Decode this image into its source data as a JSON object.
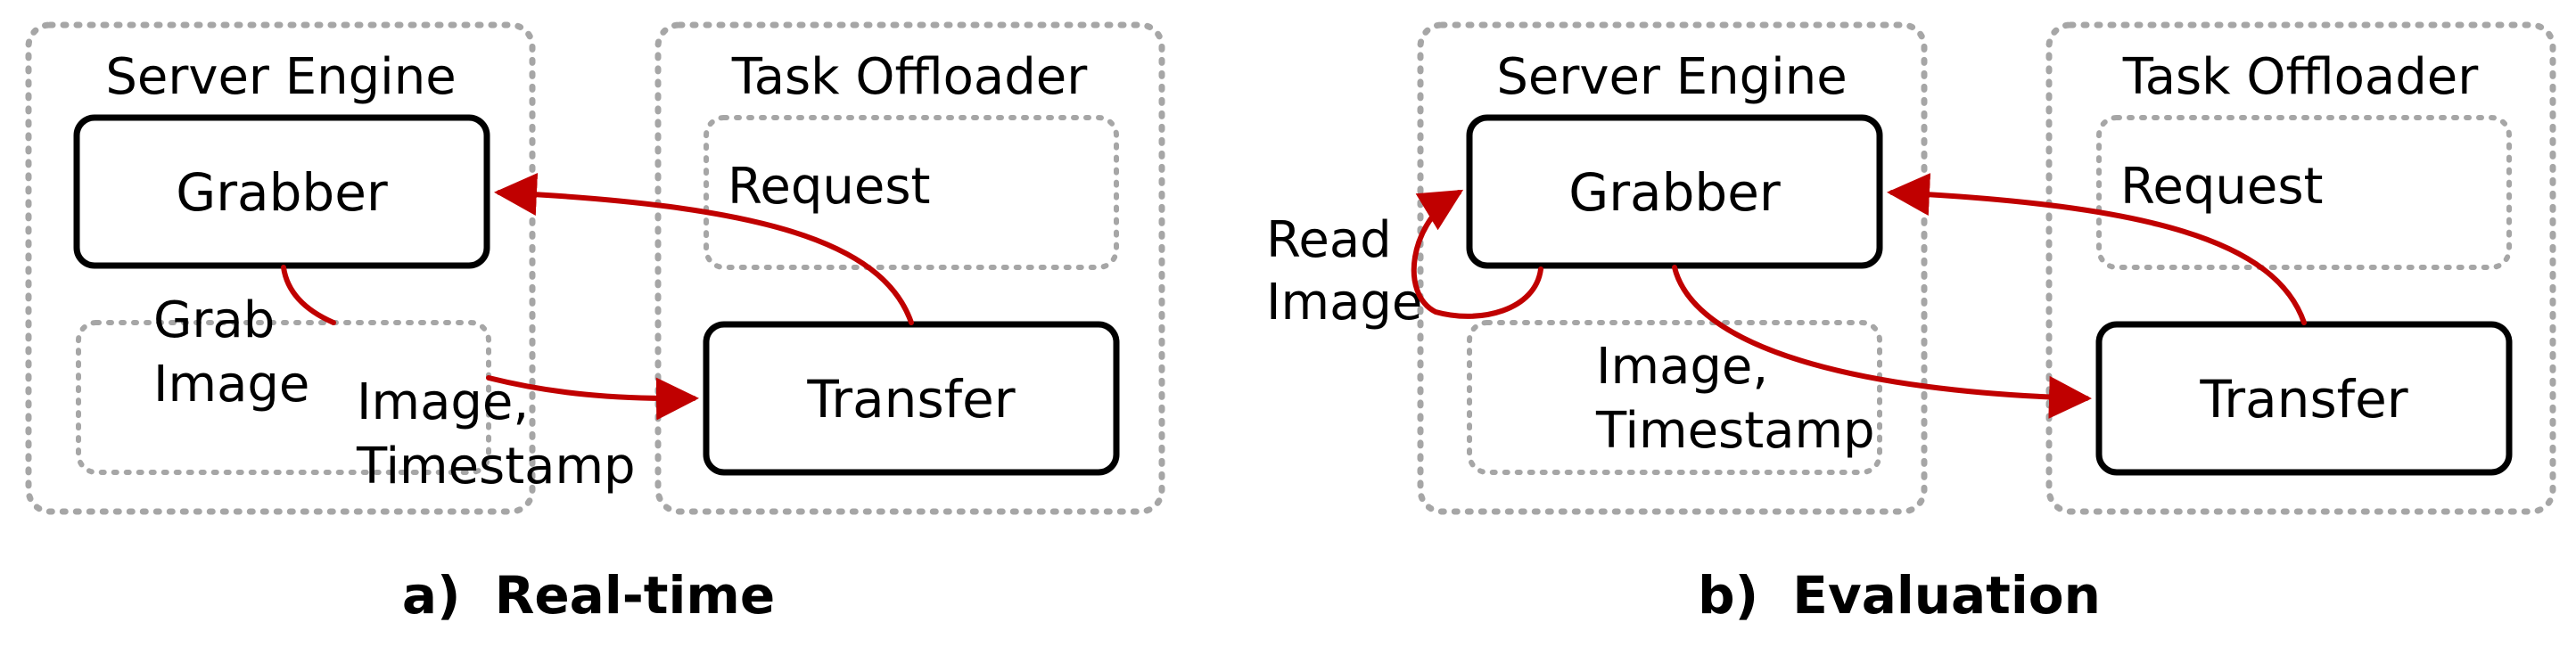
{
  "colors": {
    "arrow": "#c00000",
    "group_border": "#a6a6a6",
    "box_border": "#000000"
  },
  "panel_a": {
    "server_engine_title": "Server Engine",
    "task_offloader_title": "Task Offloader",
    "grabber_label": "Grabber",
    "request_label": "Request",
    "transfer_label": "Transfer",
    "grab_image_line1": "Grab",
    "grab_image_line2": "Image",
    "image_timestamp_line1": "Image,",
    "image_timestamp_line2": "Timestamp",
    "caption_prefix": "a)",
    "caption_title": "Real-time"
  },
  "panel_b": {
    "server_engine_title": "Server Engine",
    "task_offloader_title": "Task Offloader",
    "grabber_label": "Grabber",
    "request_label": "Request",
    "transfer_label": "Transfer",
    "read_image_line1": "Read",
    "read_image_line2": "Image",
    "image_timestamp_line1": "Image,",
    "image_timestamp_line2": "Timestamp",
    "caption_prefix": "b)",
    "caption_title": "Evaluation"
  }
}
